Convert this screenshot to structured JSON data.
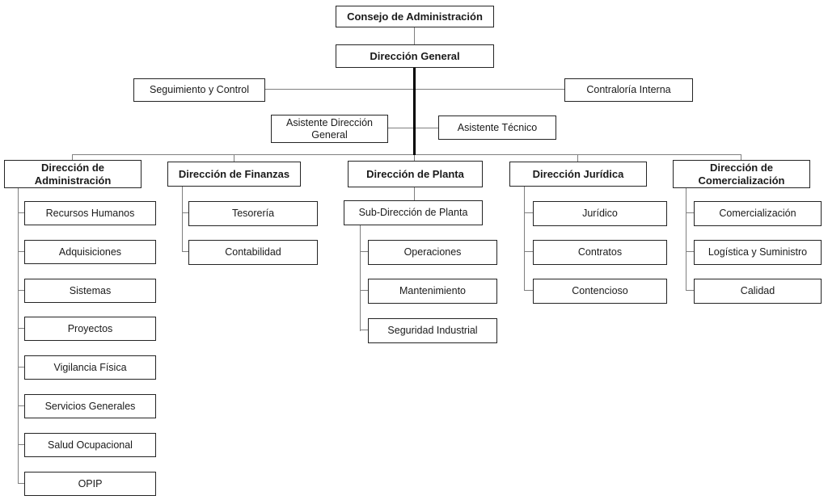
{
  "org": {
    "consejo": "Consejo de Administración",
    "direccion_general": "Dirección General",
    "seguimiento": "Seguimiento y Control",
    "contraloria": "Contraloría Interna",
    "asistente_dg": "Asistente Dirección General",
    "asistente_tecnico": "Asistente Técnico",
    "divisions": [
      {
        "label": "Dirección de Administración",
        "children": [
          "Recursos Humanos",
          "Adquisiciones",
          "Sistemas",
          "Proyectos",
          "Vigilancia Física",
          "Servicios Generales",
          "Salud Ocupacional",
          "OPIP"
        ]
      },
      {
        "label": "Dirección de Finanzas",
        "children": [
          "Tesorería",
          "Contabilidad"
        ]
      },
      {
        "label": "Dirección de Planta",
        "sub": "Sub-Dirección de Planta",
        "children": [
          "Operaciones",
          "Mantenimiento",
          "Seguridad Industrial"
        ]
      },
      {
        "label": "Dirección Jurídica",
        "children": [
          "Jurídico",
          "Contratos",
          "Contencioso"
        ]
      },
      {
        "label": "Dirección de Comercialización",
        "children": [
          "Comercialización",
          "Logística y Suministro",
          "Calidad"
        ]
      }
    ]
  },
  "colors": {
    "background": "#ffffff",
    "box_fill": "#ffffff",
    "box_border": "#242424",
    "connector": "#7f7f7f",
    "trunk": "#000000",
    "text": "#1a1a1a"
  }
}
